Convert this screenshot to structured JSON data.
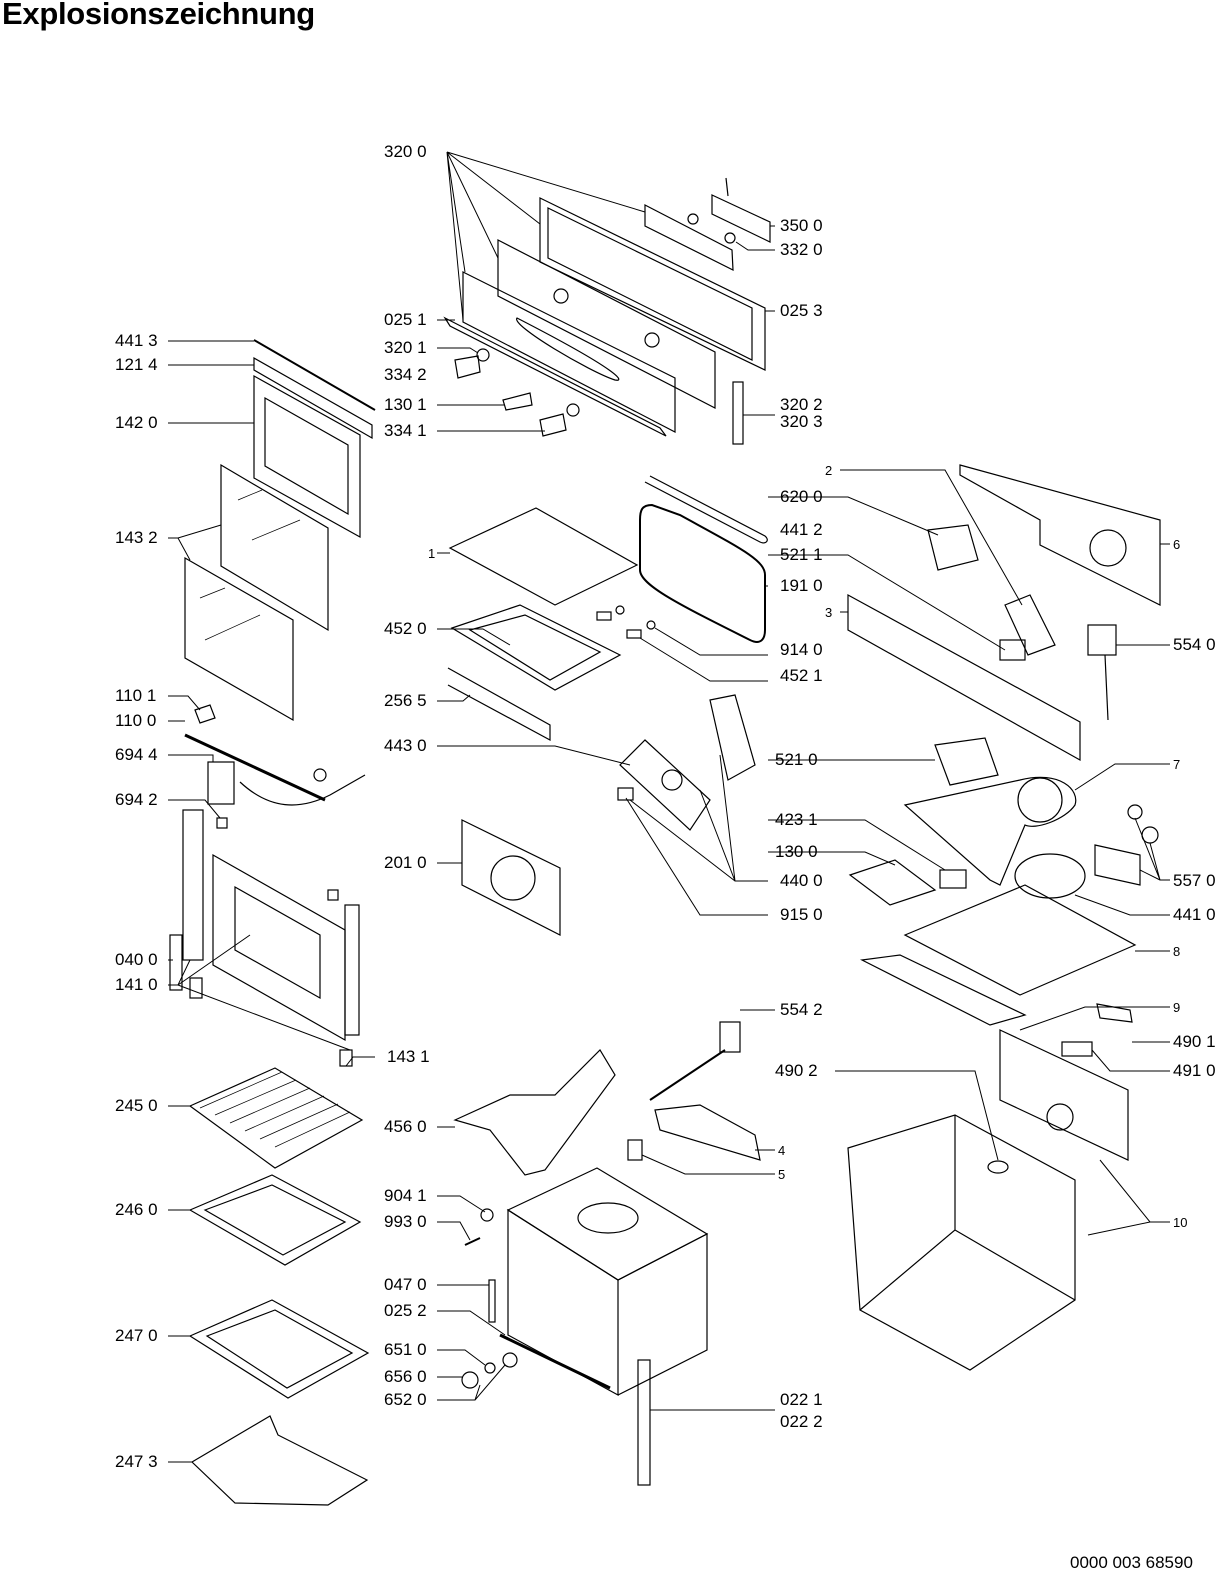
{
  "page": {
    "title": "Explosionszeichnung",
    "footer_code": "0000 003 68590"
  },
  "labels": [
    {
      "id": "l3200",
      "text": "320 0"
    },
    {
      "id": "l3500",
      "text": "350 0"
    },
    {
      "id": "l3320",
      "text": "332 0"
    },
    {
      "id": "l0253",
      "text": "025 3"
    },
    {
      "id": "l0251",
      "text": "025 1"
    },
    {
      "id": "l3201",
      "text": "320 1"
    },
    {
      "id": "l3342",
      "text": "334 2"
    },
    {
      "id": "l1301",
      "text": "130 1"
    },
    {
      "id": "l3341",
      "text": "334 1"
    },
    {
      "id": "l3202",
      "text": "320 2"
    },
    {
      "id": "l3203",
      "text": "320 3"
    },
    {
      "id": "l4413",
      "text": "441 3"
    },
    {
      "id": "l1214",
      "text": "121 4"
    },
    {
      "id": "l1420",
      "text": "142 0"
    },
    {
      "id": "l1432",
      "text": "143 2"
    },
    {
      "id": "l1101",
      "text": "110 1"
    },
    {
      "id": "l1100",
      "text": "110 0"
    },
    {
      "id": "l6944",
      "text": "694 4"
    },
    {
      "id": "l6942",
      "text": "694 2"
    },
    {
      "id": "l0400",
      "text": "040 0"
    },
    {
      "id": "l1410",
      "text": "141 0"
    },
    {
      "id": "l1431",
      "text": "143 1"
    },
    {
      "id": "l2450",
      "text": "245 0"
    },
    {
      "id": "l2460",
      "text": "246 0"
    },
    {
      "id": "l2470",
      "text": "247 0"
    },
    {
      "id": "l2473",
      "text": "247 3"
    },
    {
      "id": "l1",
      "text": "1"
    },
    {
      "id": "l4520",
      "text": "452 0"
    },
    {
      "id": "l2565",
      "text": "256 5"
    },
    {
      "id": "l4430",
      "text": "443 0"
    },
    {
      "id": "l2010",
      "text": "201 0"
    },
    {
      "id": "l6200",
      "text": "620 0"
    },
    {
      "id": "l4412",
      "text": "441 2"
    },
    {
      "id": "l5211",
      "text": "521 1"
    },
    {
      "id": "l1910",
      "text": "191 0"
    },
    {
      "id": "l9140",
      "text": "914 0"
    },
    {
      "id": "l4521",
      "text": "452 1"
    },
    {
      "id": "l5210",
      "text": "521 0"
    },
    {
      "id": "l4231",
      "text": "423 1"
    },
    {
      "id": "l1300",
      "text": "130 0"
    },
    {
      "id": "l4400",
      "text": "440 0"
    },
    {
      "id": "l9150",
      "text": "915 0"
    },
    {
      "id": "l2",
      "text": "2"
    },
    {
      "id": "l3",
      "text": "3"
    },
    {
      "id": "l6",
      "text": "6"
    },
    {
      "id": "l5540",
      "text": "554 0"
    },
    {
      "id": "l7",
      "text": "7"
    },
    {
      "id": "l5570",
      "text": "557 0"
    },
    {
      "id": "l4410",
      "text": "441 0"
    },
    {
      "id": "l8",
      "text": "8"
    },
    {
      "id": "l9",
      "text": "9"
    },
    {
      "id": "l4901",
      "text": "490 1"
    },
    {
      "id": "l4910",
      "text": "491 0"
    },
    {
      "id": "l5542",
      "text": "554 2"
    },
    {
      "id": "l4902",
      "text": "490 2"
    },
    {
      "id": "l4560",
      "text": "456 0"
    },
    {
      "id": "l4",
      "text": "4"
    },
    {
      "id": "l5",
      "text": "5"
    },
    {
      "id": "l10",
      "text": "10"
    },
    {
      "id": "l9041",
      "text": "904 1"
    },
    {
      "id": "l9930",
      "text": "993 0"
    },
    {
      "id": "l0470",
      "text": "047 0"
    },
    {
      "id": "l0252",
      "text": "025 2"
    },
    {
      "id": "l6510",
      "text": "651 0"
    },
    {
      "id": "l6560",
      "text": "656 0"
    },
    {
      "id": "l6520",
      "text": "652 0"
    },
    {
      "id": "l0221",
      "text": "022 1"
    },
    {
      "id": "l0222",
      "text": "022 2"
    }
  ]
}
